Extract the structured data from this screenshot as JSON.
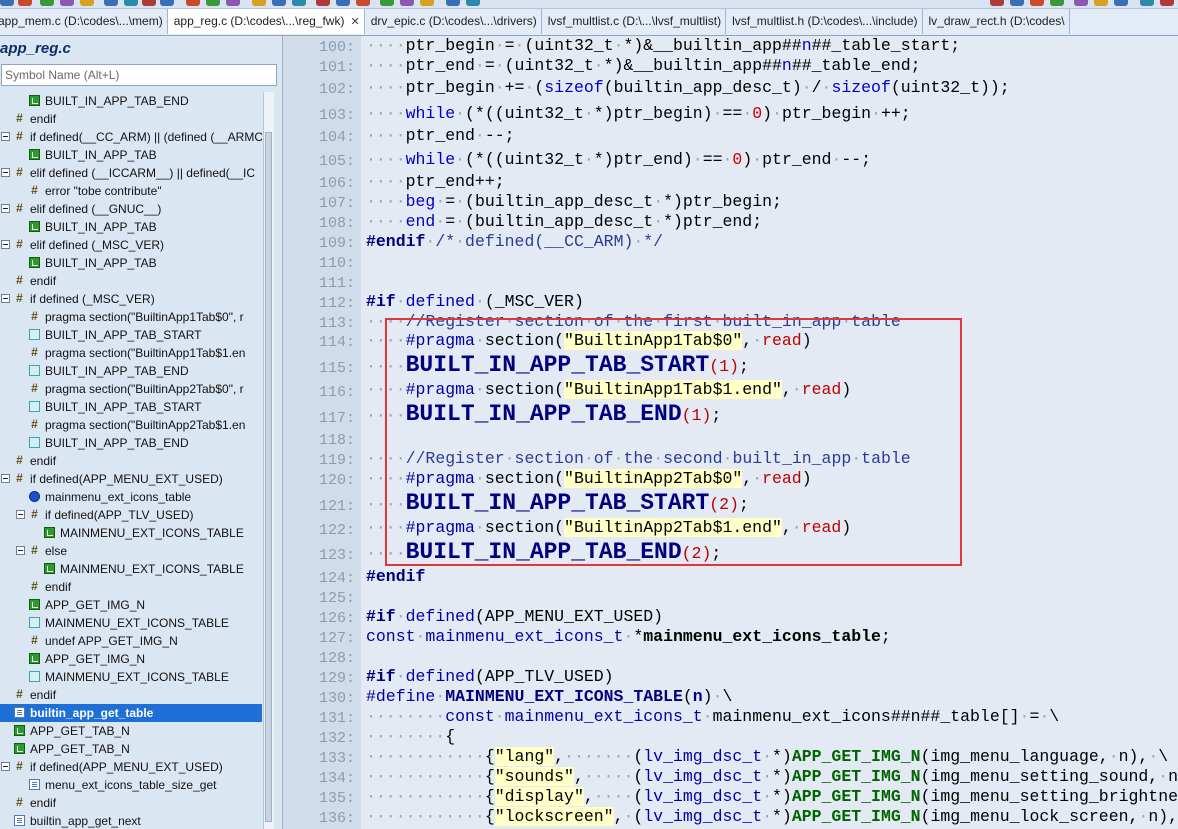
{
  "tabs": [
    {
      "label": "app_mem.c (D:\\codes\\...\\mem)",
      "active": false
    },
    {
      "label": "app_reg.c (D:\\codes\\...\\reg_fwk)",
      "active": true
    },
    {
      "label": "drv_epic.c (D:\\codes\\...\\drivers)",
      "active": false
    },
    {
      "label": "lvsf_multlist.c (D:\\...\\lvsf_multlist)",
      "active": false
    },
    {
      "label": "lvsf_multlist.h (D:\\codes\\...\\include)",
      "active": false
    },
    {
      "label": "lv_draw_rect.h (D:\\codes\\",
      "active": false
    }
  ],
  "tab_close_glyph": "✕",
  "sidebar": {
    "title": "app_reg.c",
    "search_placeholder": "Symbol Name (Alt+L)",
    "tree": [
      {
        "label": "BUILT_IN_APP_TAB_END",
        "icon": "macro",
        "depth": 2
      },
      {
        "label": "endif",
        "icon": "cond",
        "depth": 1
      },
      {
        "label": "if defined(__CC_ARM) || (defined (__ARMC",
        "icon": "cond",
        "depth": 1,
        "expander": true
      },
      {
        "label": "BUILT_IN_APP_TAB",
        "icon": "macro",
        "depth": 2
      },
      {
        "label": "elif defined (__ICCARM__) || defined(__IC",
        "icon": "cond",
        "depth": 1,
        "expander": true
      },
      {
        "label": "error \"tobe contribute\"",
        "icon": "cond",
        "depth": 2
      },
      {
        "label": "elif defined (__GNUC__)",
        "icon": "cond",
        "depth": 1,
        "expander": true
      },
      {
        "label": "BUILT_IN_APP_TAB",
        "icon": "macro",
        "depth": 2
      },
      {
        "label": "elif defined (_MSC_VER)",
        "icon": "cond",
        "depth": 1,
        "expander": true
      },
      {
        "label": "BUILT_IN_APP_TAB",
        "icon": "macro",
        "depth": 2
      },
      {
        "label": "endif",
        "icon": "cond",
        "depth": 1
      },
      {
        "label": "if defined (_MSC_VER)",
        "icon": "cond",
        "depth": 1,
        "expander": true
      },
      {
        "label": "pragma section(\"BuiltinApp1Tab$0\", r",
        "icon": "cond",
        "depth": 2
      },
      {
        "label": "BUILT_IN_APP_TAB_START",
        "icon": "pragma",
        "depth": 2
      },
      {
        "label": "pragma section(\"BuiltinApp1Tab$1.en",
        "icon": "cond",
        "depth": 2
      },
      {
        "label": "BUILT_IN_APP_TAB_END",
        "icon": "pragma",
        "depth": 2
      },
      {
        "label": "pragma section(\"BuiltinApp2Tab$0\", r",
        "icon": "cond",
        "depth": 2
      },
      {
        "label": "BUILT_IN_APP_TAB_START",
        "icon": "pragma",
        "depth": 2
      },
      {
        "label": "pragma section(\"BuiltinApp2Tab$1.en",
        "icon": "cond",
        "depth": 2
      },
      {
        "label": "BUILT_IN_APP_TAB_END",
        "icon": "pragma",
        "depth": 2
      },
      {
        "label": "endif",
        "icon": "cond",
        "depth": 1
      },
      {
        "label": "if defined(APP_MENU_EXT_USED)",
        "icon": "cond",
        "depth": 1,
        "expander": true
      },
      {
        "label": "mainmenu_ext_icons_table",
        "icon": "var",
        "depth": 2
      },
      {
        "label": "if defined(APP_TLV_USED)",
        "icon": "cond",
        "depth": 2,
        "expander": true
      },
      {
        "label": "MAINMENU_EXT_ICONS_TABLE",
        "icon": "macro",
        "depth": 3
      },
      {
        "label": "else",
        "icon": "cond",
        "depth": 2,
        "expander": true
      },
      {
        "label": "MAINMENU_EXT_ICONS_TABLE",
        "icon": "macro",
        "depth": 3
      },
      {
        "label": "endif",
        "icon": "cond",
        "depth": 2
      },
      {
        "label": "APP_GET_IMG_N",
        "icon": "macro",
        "depth": 2
      },
      {
        "label": "MAINMENU_EXT_ICONS_TABLE",
        "icon": "pragma",
        "depth": 2
      },
      {
        "label": "undef APP_GET_IMG_N",
        "icon": "cond",
        "depth": 2
      },
      {
        "label": "APP_GET_IMG_N",
        "icon": "macro",
        "depth": 2
      },
      {
        "label": "MAINMENU_EXT_ICONS_TABLE",
        "icon": "pragma",
        "depth": 2
      },
      {
        "label": "endif",
        "icon": "cond",
        "depth": 1
      },
      {
        "label": "builtin_app_get_table",
        "icon": "func",
        "depth": 1,
        "selected": true
      },
      {
        "label": "APP_GET_TAB_N",
        "icon": "macro",
        "depth": 1
      },
      {
        "label": "APP_GET_TAB_N",
        "icon": "macro",
        "depth": 1
      },
      {
        "label": "if defined(APP_MENU_EXT_USED)",
        "icon": "cond",
        "depth": 1,
        "expander": true
      },
      {
        "label": "menu_ext_icons_table_size_get",
        "icon": "func",
        "depth": 2
      },
      {
        "label": "endif",
        "icon": "cond",
        "depth": 1
      },
      {
        "label": "builtin_app_get_next",
        "icon": "func",
        "depth": 1
      }
    ]
  },
  "editor": {
    "line_numbers": [
      "100:",
      "101:",
      "102:",
      "103:",
      "104:",
      "105:",
      "106:",
      "107:",
      "108:",
      "109:",
      "110:",
      "111:",
      "112:",
      "113:",
      "114:",
      "115:",
      "116:",
      "117:",
      "118:",
      "119:",
      "120:",
      "121:",
      "122:",
      "123:",
      "124:",
      "125:",
      "126:",
      "127:",
      "128:",
      "129:",
      "130:",
      "131:",
      "132:",
      "133:",
      "134:",
      "135:",
      "136:"
    ],
    "line_offsets": [
      0,
      1,
      2,
      3,
      4,
      5,
      6,
      7,
      8,
      9,
      10,
      11,
      12,
      13,
      14,
      15,
      16,
      17,
      18,
      19,
      20,
      21,
      22,
      23,
      24,
      25,
      26,
      27,
      28,
      29,
      30,
      31,
      32,
      33,
      34,
      35,
      36
    ]
  }
}
